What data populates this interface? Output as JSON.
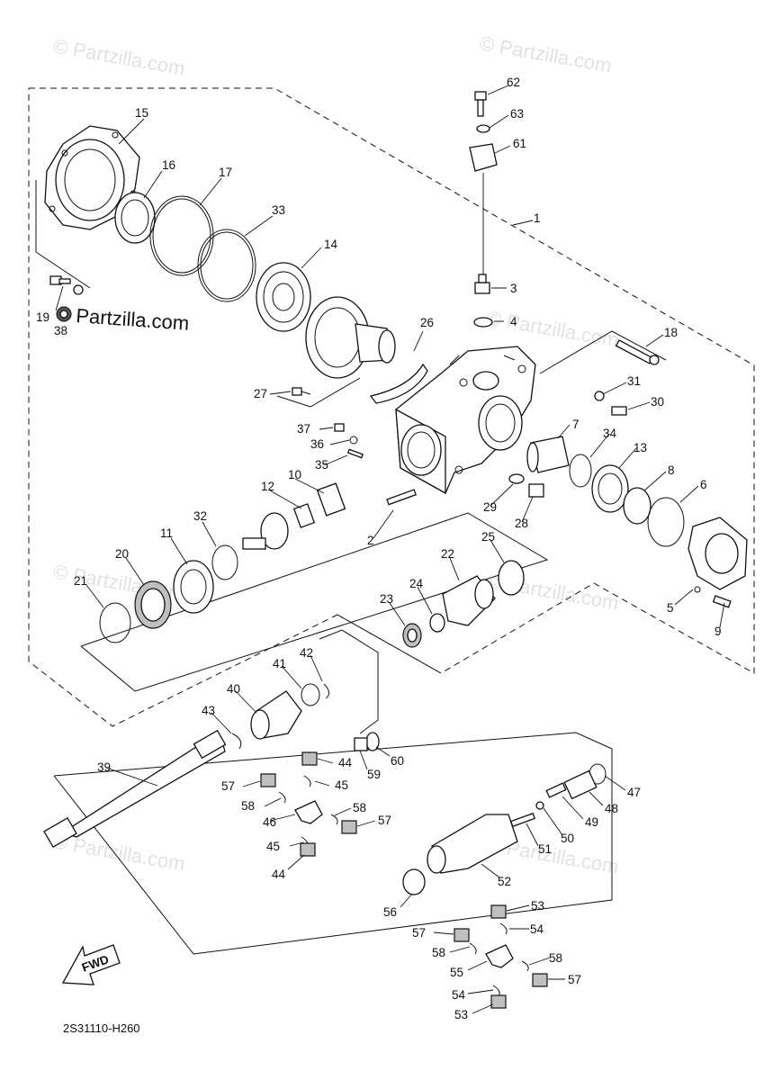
{
  "watermark": "© Partzilla.com",
  "brand": "Partzilla.com",
  "diagram_code": "2S31110-H260",
  "fwd_label": "FWD",
  "labels": {
    "p1": "1",
    "p2": "2",
    "p3": "3",
    "p4": "4",
    "p5": "5",
    "p6": "6",
    "p7": "7",
    "p8": "8",
    "p9": "9",
    "p10": "10",
    "p11": "11",
    "p12": "12",
    "p13": "13",
    "p14": "14",
    "p15": "15",
    "p16": "16",
    "p17": "17",
    "p18": "18",
    "p19": "19",
    "p20": "20",
    "p21": "21",
    "p22": "22",
    "p23": "23",
    "p24": "24",
    "p25": "25",
    "p26": "26",
    "p27": "27",
    "p28": "28",
    "p29": "29",
    "p30": "30",
    "p31": "31",
    "p32": "32",
    "p33": "33",
    "p34": "34",
    "p35": "35",
    "p36": "36",
    "p37": "37",
    "p38": "38",
    "p39": "39",
    "p40": "40",
    "p41": "41",
    "p42": "42",
    "p43": "43",
    "p44": "44",
    "p45": "45",
    "p46": "46",
    "p47": "47",
    "p48": "48",
    "p49": "49",
    "p50": "50",
    "p51": "51",
    "p52": "52",
    "p53": "53",
    "p54": "54",
    "p55": "55",
    "p56": "56",
    "p57": "57",
    "p58": "58",
    "p59": "59",
    "p60": "60",
    "p61": "61",
    "p62": "62",
    "p63": "63"
  },
  "colors": {
    "line": "#111111",
    "watermark": "#e2e2e2",
    "shade": "#bfbfbf"
  }
}
